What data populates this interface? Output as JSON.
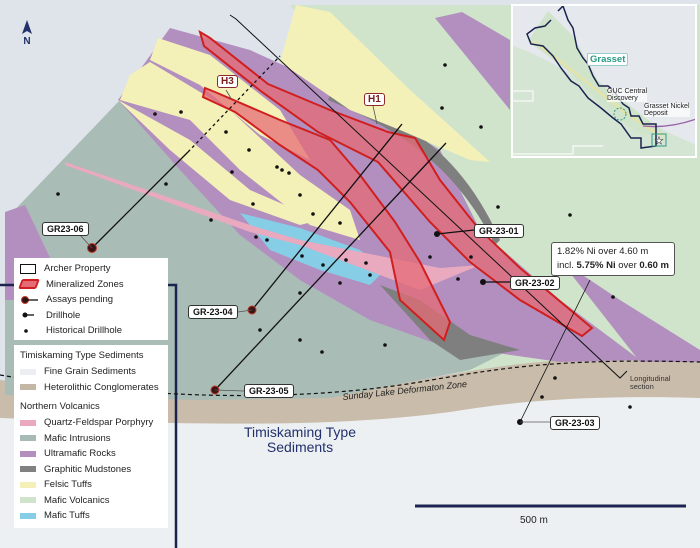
{
  "north_label": "N",
  "labels": {
    "h1": "H1",
    "h3": "H3",
    "gr23_06": "GR23-06",
    "gr23_01": "GR-23-01",
    "gr23_02": "GR-23-02",
    "gr23_03": "GR-23-03",
    "gr23_04": "GR-23-04",
    "gr23_05": "GR-23-05"
  },
  "callout": {
    "line1": "1.82% Ni over 4.60 m",
    "line2_prefix": "incl. ",
    "line2_grade": "5.75% Ni",
    "line2_mid": " over ",
    "line2_length": "0.60 m"
  },
  "longitudinal_section": {
    "line1": "Longitudinal",
    "line2": "section"
  },
  "deformation_zone": "Sunday Lake Deformaton Zone",
  "sediments_label": {
    "line1": "Timiskaming Type",
    "line2": "Sediments"
  },
  "scale_bar": {
    "label": "500 m"
  },
  "inset": {
    "grasset": "Grasset",
    "guc": {
      "line1": "GUC Central",
      "line2": "Discovery"
    },
    "nickel": {
      "line1": "Grasset Nickel",
      "line2": "Deposit"
    }
  },
  "legend_symbols": [
    {
      "label": "Archer Property"
    },
    {
      "label": "Mineralized Zones"
    },
    {
      "label": "Assays pending"
    },
    {
      "label": "Drillhole"
    },
    {
      "label": "Historical Drillhole"
    }
  ],
  "legend_units": {
    "group1": "Timiskaming Type Sediments",
    "group1_items": [
      {
        "label": "Fine Grain Sediments",
        "color": "#eceef2"
      },
      {
        "label": "Heterolithic Conglomerates",
        "color": "#c4b7a6"
      }
    ],
    "group2": "Northern Volcanics",
    "group2_items": [
      {
        "label": "Quartz-Feldspar Porphyry",
        "color": "#e9a9bf"
      },
      {
        "label": "Mafic Intrusions",
        "color": "#a7bab5"
      },
      {
        "label": "Ultramafic Rocks",
        "color": "#b28fbf"
      },
      {
        "label": "Graphitic Mudstones",
        "color": "#818181"
      },
      {
        "label": "Felsic Tuffs",
        "color": "#f4f1b8"
      },
      {
        "label": "Mafic Volcanics",
        "color": "#cfe4cb"
      },
      {
        "label": "Mafic Tuffs",
        "color": "#86cde6"
      }
    ]
  },
  "colors": {
    "mineralized_stroke": "#d01f1f",
    "mineralized_fill": "#e56b76",
    "navy": "#1b2350"
  }
}
